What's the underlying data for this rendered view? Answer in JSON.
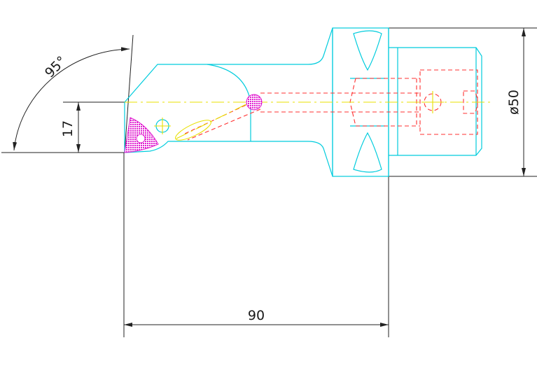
{
  "dimensions": {
    "angle_label": "95°",
    "height_label": "17",
    "diameter_label": "ø50",
    "length_label": "90"
  },
  "colors": {
    "outline": "#00ccdd",
    "hidden": "#ff3030",
    "centerline": "#e8e000",
    "hatch": "#e020d0",
    "dimension": "#222222"
  }
}
